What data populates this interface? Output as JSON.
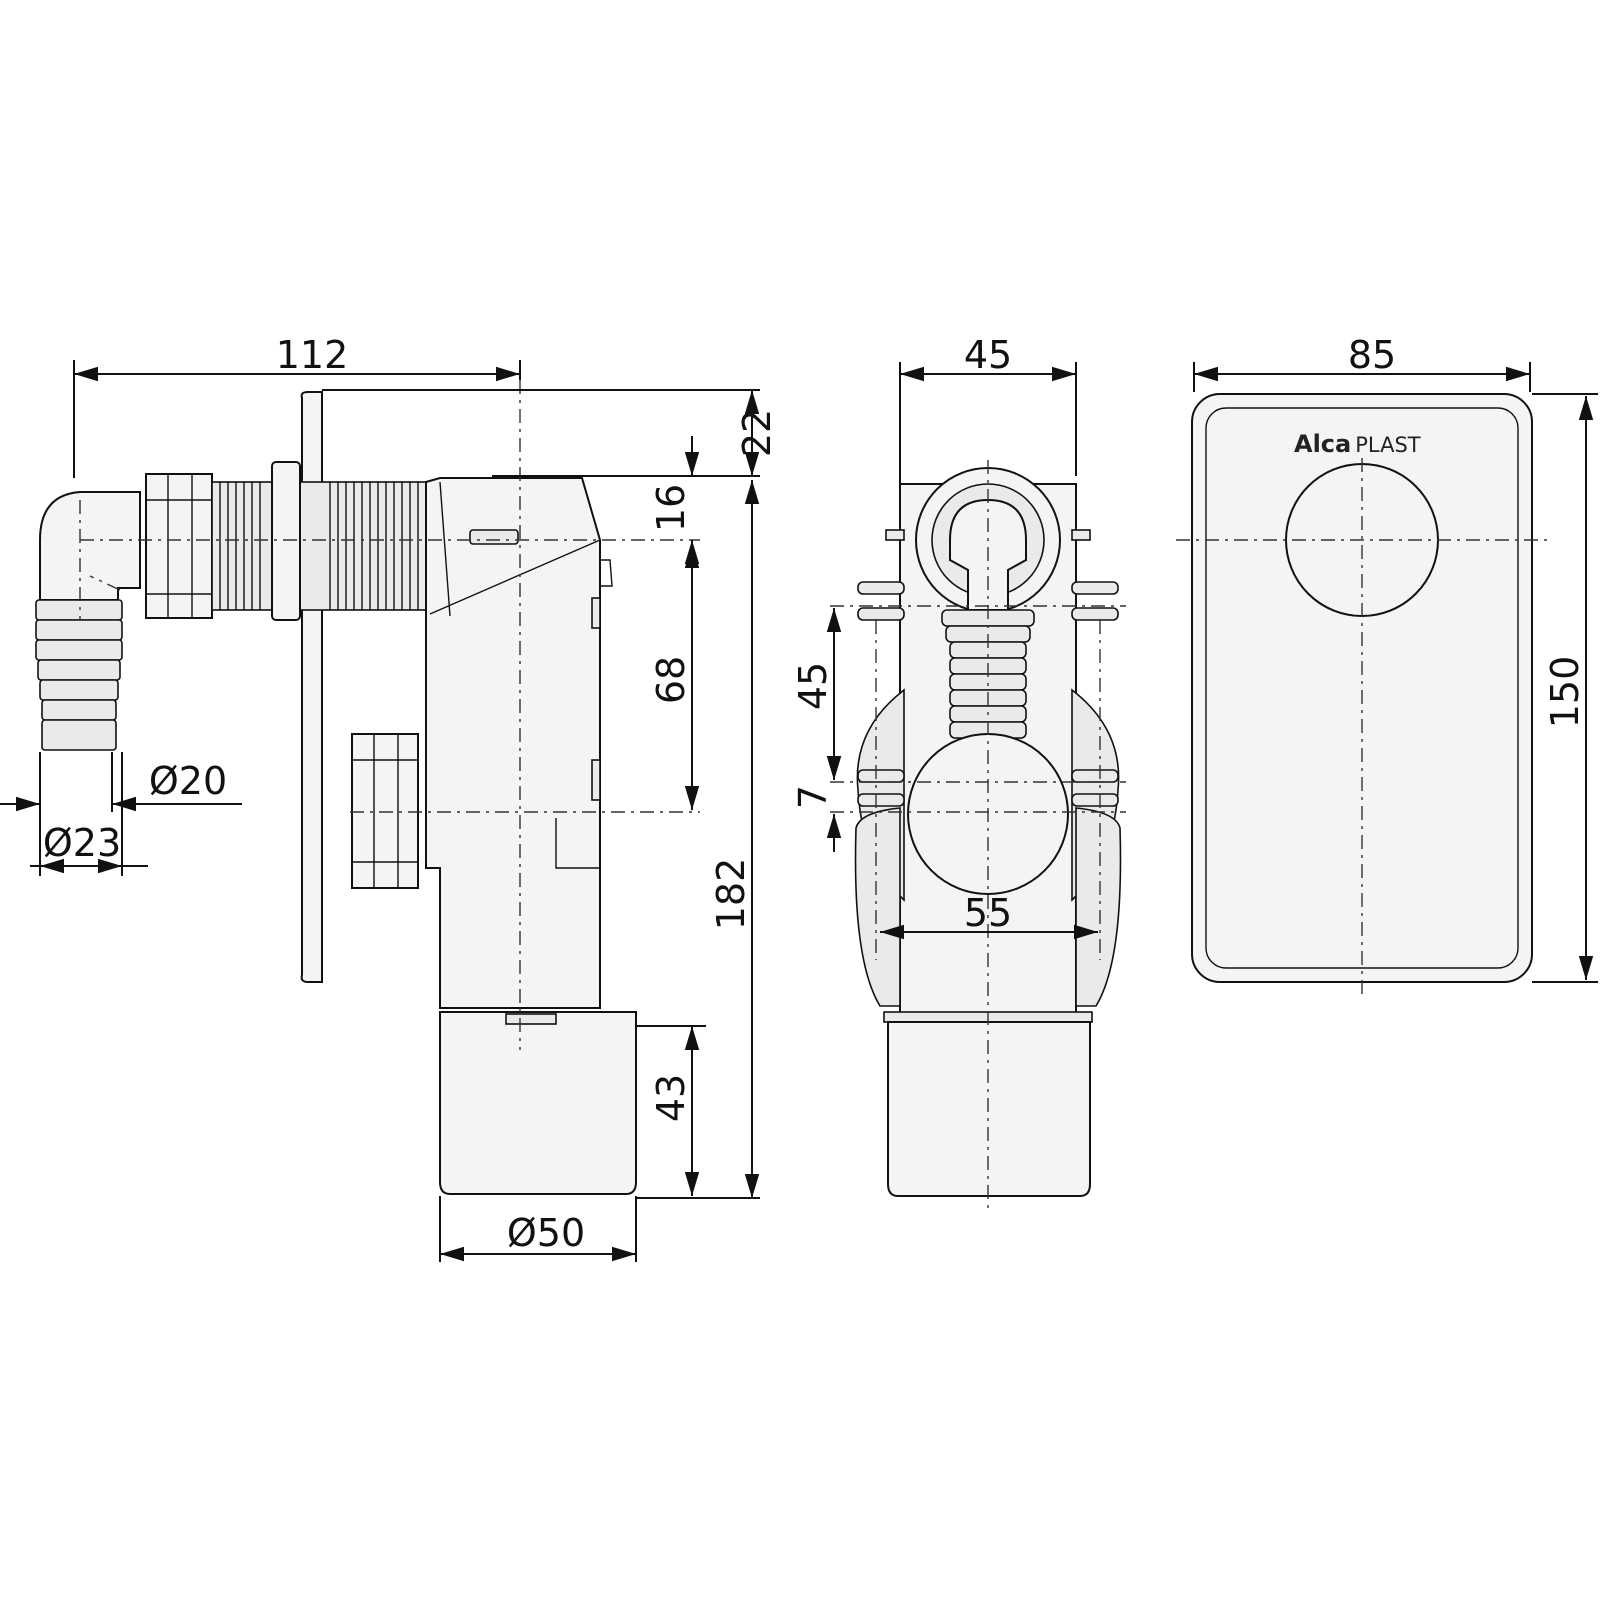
{
  "dimensions": {
    "side_width": "112",
    "cap_offset": "22",
    "top_offset": "16",
    "center_height": "68",
    "total_height": "182",
    "outlet_height": "43",
    "outlet_diameter": "Ø50",
    "hose_inner": "Ø20",
    "hose_outer": "Ø23",
    "front_width": "45",
    "front_spacing": "45",
    "front_small": "7",
    "front_body": "55",
    "cover_width": "85",
    "cover_height": "150"
  },
  "brand": {
    "name_bold": "Alca",
    "name_light": "PLAST"
  }
}
